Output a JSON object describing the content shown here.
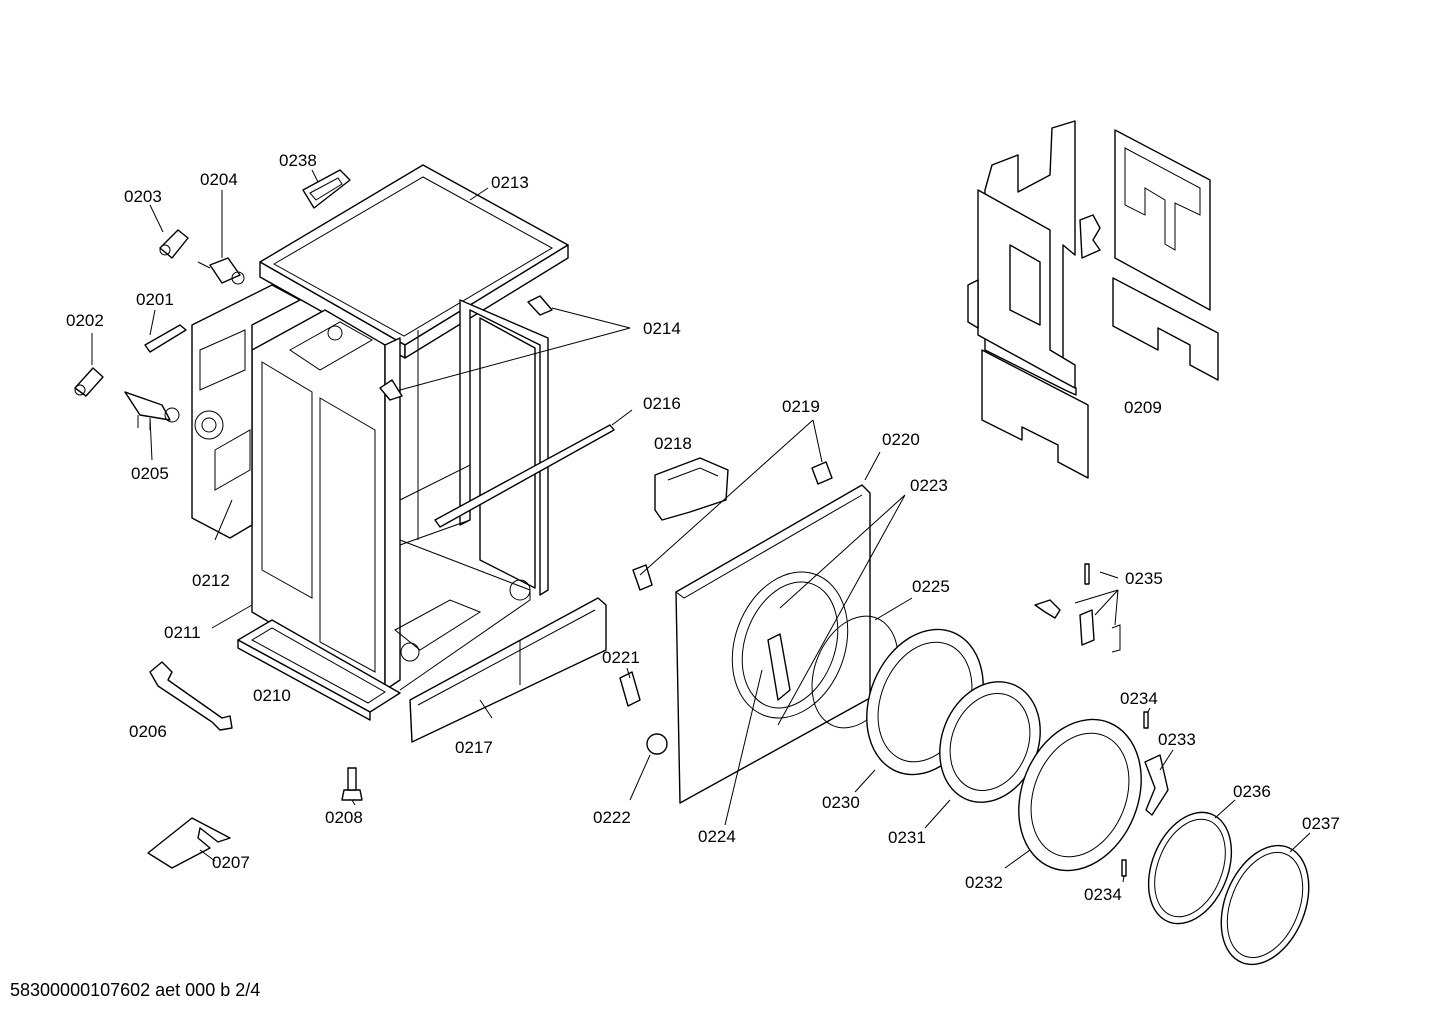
{
  "footer": "58300000107602 aet 000 b 2/4",
  "labels": {
    "p0201": "0201",
    "p0202": "0202",
    "p0203": "0203",
    "p0204": "0204",
    "p0205": "0205",
    "p0206": "0206",
    "p0207": "0207",
    "p0208": "0208",
    "p0209": "0209",
    "p0210": "0210",
    "p0211": "0211",
    "p0212": "0212",
    "p0213": "0213",
    "p0214": "0214",
    "p0216": "0216",
    "p0217": "0217",
    "p0218": "0218",
    "p0219": "0219",
    "p0220": "0220",
    "p0221": "0221",
    "p0222": "0222",
    "p0223": "0223",
    "p0224": "0224",
    "p0225": "0225",
    "p0230": "0230",
    "p0231": "0231",
    "p0232": "0232",
    "p0233": "0233",
    "p0234a": "0234",
    "p0234b": "0234",
    "p0235": "0235",
    "p0236": "0236",
    "p0237": "0237",
    "p0238": "0238"
  }
}
